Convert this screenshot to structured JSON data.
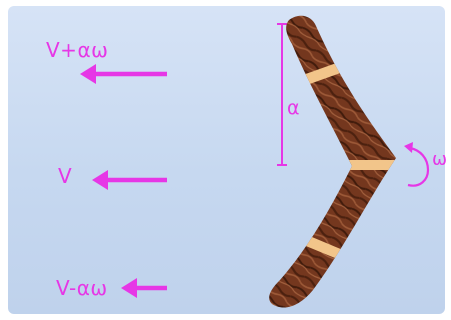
{
  "velocity_labels": {
    "top": "V+αω",
    "middle": "V",
    "bottom": "V-αω"
  },
  "alpha_label": "α",
  "omega_label": "ω",
  "colors": {
    "annotation": "#e637e6",
    "background_top": "#d6e3f6",
    "background_bottom": "#bfd2ec",
    "wood_dark": "#5a2a16",
    "wood_light": "#9a5a3a",
    "band": "#f2c58a"
  }
}
